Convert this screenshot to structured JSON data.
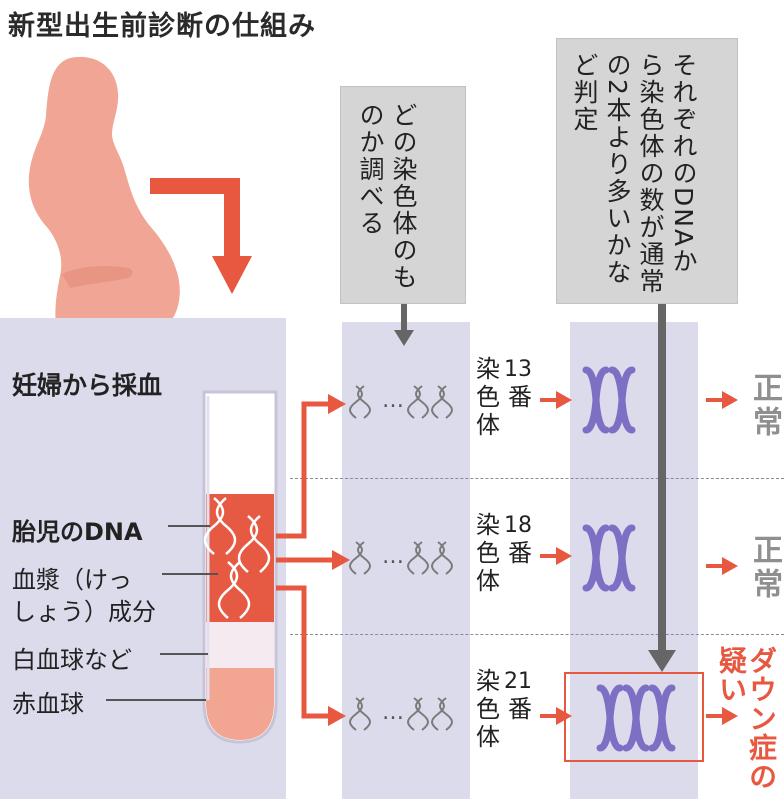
{
  "title": "新型出生前診断の仕組み",
  "callout_left": "どの染色体のものか調べる",
  "callout_right": "それぞれのDNAから染色体の数が通常の2本より多いかなど判定",
  "blood_sampling": "妊婦から採血",
  "tube_labels": {
    "fetal_dna": "胎児のDNA",
    "plasma": [
      "血漿（けっ",
      "しょう）成分"
    ],
    "white_cells": "白血球など",
    "red_cells": "赤血球"
  },
  "rows": [
    {
      "number": "13",
      "label_a": "染",
      "label_b": "番",
      "label_c": "色",
      "label_d": "体",
      "result": "正常"
    },
    {
      "number": "18",
      "label_a": "染",
      "label_b": "番",
      "label_c": "色",
      "label_d": "体",
      "result": "正常"
    },
    {
      "number": "21",
      "label_a": "染",
      "label_b": "番",
      "label_c": "色",
      "label_d": "体",
      "result": "ダウン症の疑い"
    }
  ],
  "dna_ellipsis": "…",
  "colors": {
    "accent": "#e8573f",
    "panel": "#dcdbeb",
    "chromosome": "#7d6fc4",
    "callout": "#d5d5d5",
    "skin": "#f0a595"
  }
}
